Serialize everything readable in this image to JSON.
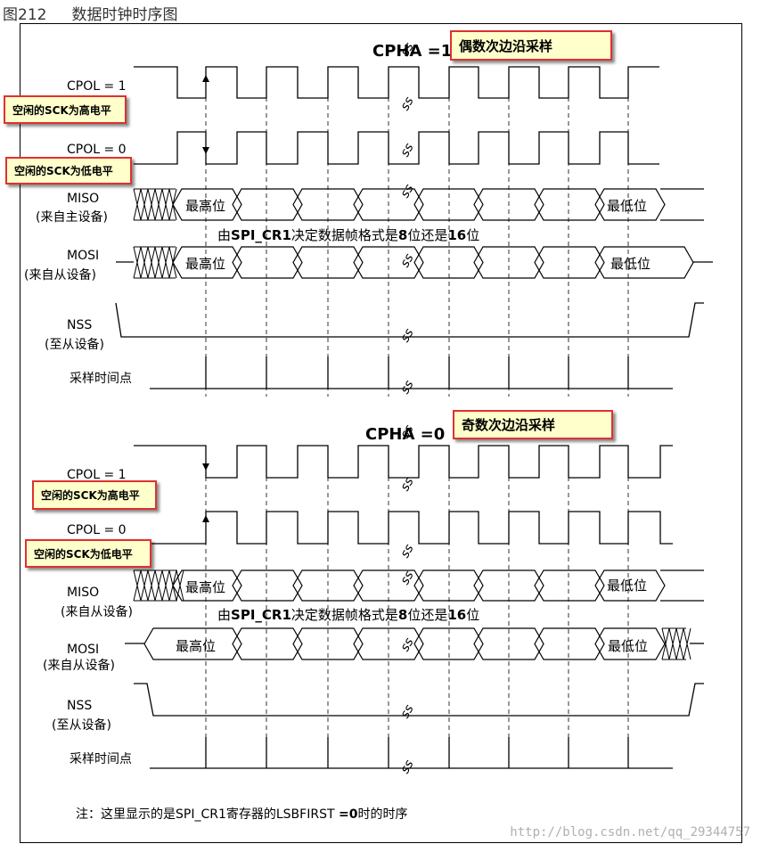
{
  "figure": {
    "number": "图212",
    "title": "数据时钟时序图"
  },
  "top": {
    "title": "CPHA =1",
    "callout": "偶数次边沿采样",
    "signals": {
      "cpol1": "CPOL = 1",
      "cpol0": "CPOL = 0",
      "miso": "MISO",
      "miso_sub": "(来自主设备)",
      "mosi": "MOSI",
      "mosi_sub": "(来自从设备)",
      "nss": "NSS",
      "nss_sub": "(至从设备)",
      "sample": "采样时间点"
    },
    "idle_high": "空闲的SCK为高电平",
    "idle_low": "空闲的SCK为低电平",
    "msb": "最高位",
    "lsb": "最低位",
    "frame_note": {
      "prefix": "由",
      "reg": "SPI_CR1",
      "mid": "决定数据帧格式是",
      "n8": "8",
      "mid2": "位还是",
      "n16": "16",
      "suffix": "位"
    }
  },
  "bottom": {
    "title": "CPHA =0",
    "callout": "奇数次边沿采样",
    "signals": {
      "cpol1": "CPOL = 1",
      "cpol0": "CPOL = 0",
      "miso": "MISO",
      "miso_sub": "(来自从设备)",
      "mosi": "MOSI",
      "mosi_sub": "(来自从设备)",
      "nss": "NSS",
      "nss_sub": "(至从设备)",
      "sample": "采样时间点"
    },
    "idle_high": "空闲的SCK为高电平",
    "idle_low": "空闲的SCK为低电平",
    "msb": "最高位",
    "lsb": "最低位",
    "frame_note": {
      "prefix": "由",
      "reg": "SPI_CR1",
      "mid": "决定数据帧格式是",
      "n8": "8",
      "mid2": "位还是",
      "n16": "16",
      "suffix": "位"
    }
  },
  "footnote": {
    "prefix": "注：这里显示的是SPI_CR1寄存器的LSBFIRST ",
    "bold": "=0",
    "suffix": "时的时序"
  },
  "watermark": "http://blog.csdn.net/qq_29344757",
  "colors": {
    "callout_border": "#e03030",
    "callout_fill": "#ffffcc"
  }
}
